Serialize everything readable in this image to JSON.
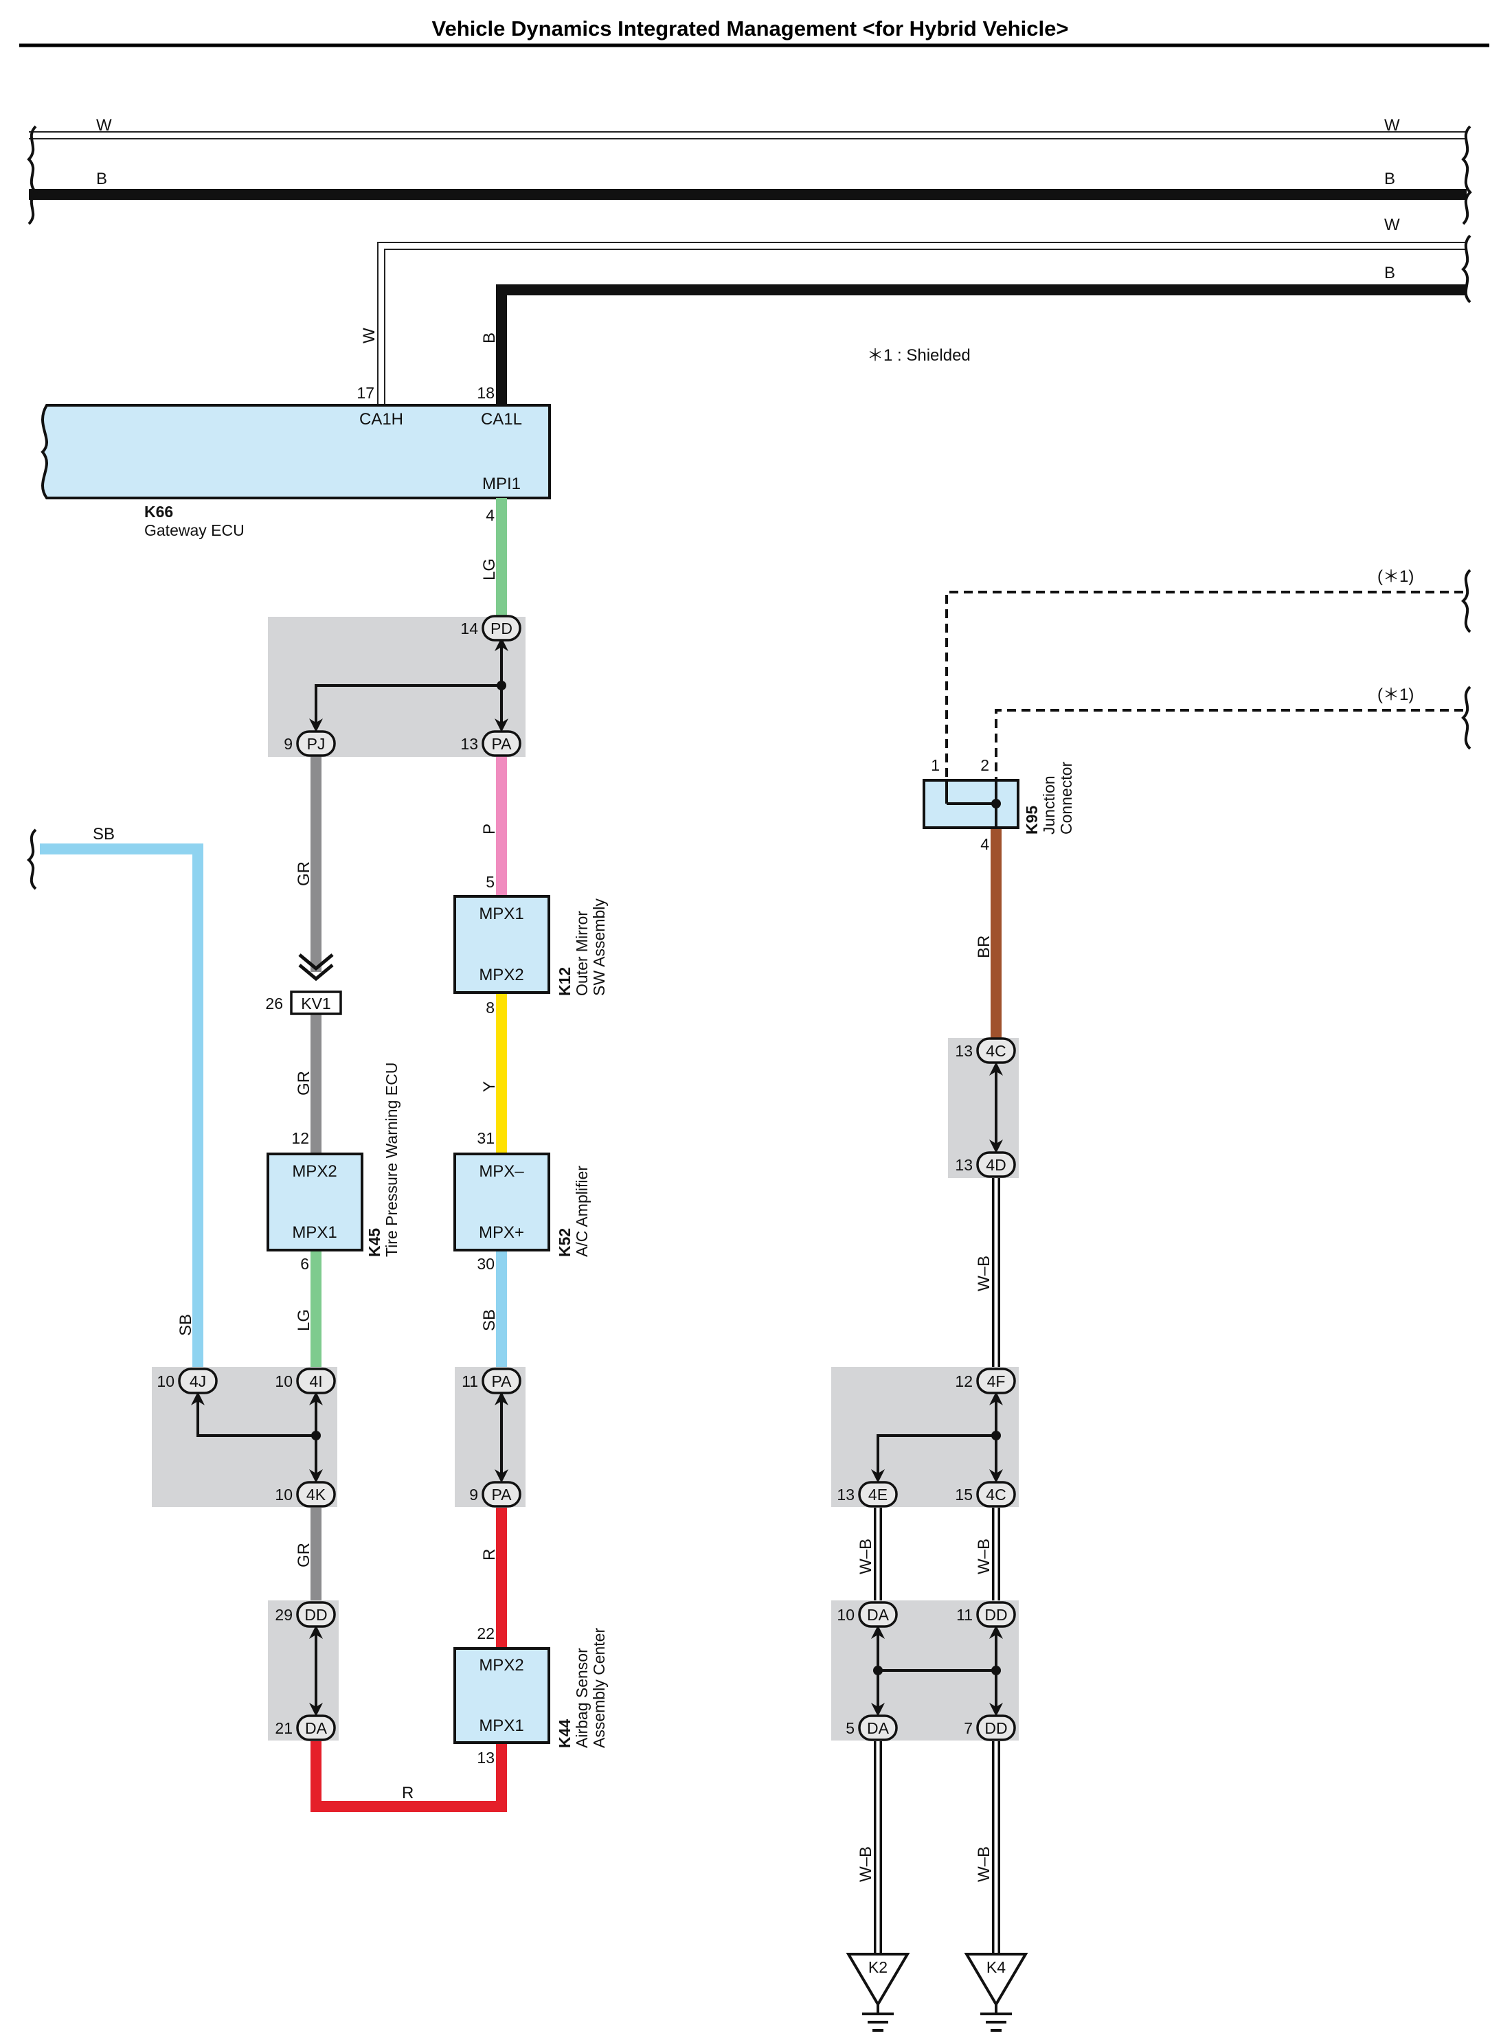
{
  "title": "Vehicle Dynamics Integrated Management <for Hybrid Vehicle>",
  "note": "＊1 : Shielded",
  "shield_label": "(＊1)",
  "colors": {
    "W": "#ffffff",
    "B": "#111111",
    "LG": "#7ecb8e",
    "P": "#f08cbf",
    "GR": "#8c8c8e",
    "Y": "#ffe100",
    "SB": "#8fd3f0",
    "R": "#e51f2a",
    "BR": "#a0522d",
    "component": "#cce9f8",
    "junction_shade": "#d4d5d7"
  },
  "wires": {
    "top_W": "W",
    "top_B": "B",
    "drop_W": "W",
    "drop_B": "B",
    "k66_out": "LG",
    "pj_down": "GR",
    "pa_down": "P",
    "kv1_down": "GR",
    "k12_down": "Y",
    "k45_down": "LG",
    "sb_left": "SB",
    "k52_down": "SB",
    "k4k_down": "GR",
    "pa9_down": "R",
    "bottom_R": "R",
    "k95_down": "BR",
    "wb": "W–B"
  },
  "components": {
    "k66": {
      "code": "K66",
      "name": "Gateway ECU",
      "pin_ca1h": "CA1H",
      "pin_ca1l": "CA1L",
      "pin_mpi1": "MPI1",
      "n17": "17",
      "n18": "18",
      "n4": "4"
    },
    "k12": {
      "code": "K12",
      "name1": "Outer Mirror",
      "name2": "SW Assembly",
      "pin_a": "MPX1",
      "pin_b": "MPX2",
      "n_a": "5",
      "n_b": "8"
    },
    "k45": {
      "code": "K45",
      "name": "Tire Pressure Warning ECU",
      "pin_a": "MPX2",
      "pin_b": "MPX1",
      "n_a": "12",
      "n_b": "6"
    },
    "k52": {
      "code": "K52",
      "name": "A/C Amplifier",
      "pin_a": "MPX–",
      "pin_b": "MPX+",
      "n_a": "31",
      "n_b": "30"
    },
    "k44": {
      "code": "K44",
      "name1": "Airbag Sensor",
      "name2": "Assembly Center",
      "pin_a": "MPX2",
      "pin_b": "MPX1",
      "n_a": "22",
      "n_b": "13"
    },
    "k95": {
      "code": "K95",
      "name1": "Junction",
      "name2": "Connector",
      "n1": "1",
      "n2": "2",
      "n4": "4"
    },
    "kv1": {
      "code": "KV1",
      "n": "26"
    },
    "k2": {
      "code": "K2"
    },
    "k4": {
      "code": "K4"
    }
  },
  "connectors": {
    "pd14": {
      "label": "PD",
      "num": "14"
    },
    "pj9": {
      "label": "PJ",
      "num": "9"
    },
    "pa13": {
      "label": "PA",
      "num": "13"
    },
    "j4j10": {
      "label": "4J",
      "num": "10"
    },
    "j4i10": {
      "label": "4I",
      "num": "10"
    },
    "j4k10": {
      "label": "4K",
      "num": "10"
    },
    "pa11": {
      "label": "PA",
      "num": "11"
    },
    "pa9": {
      "label": "PA",
      "num": "9"
    },
    "dd29": {
      "label": "DD",
      "num": "29"
    },
    "da21": {
      "label": "DA",
      "num": "21"
    },
    "c4c13": {
      "label": "4C",
      "num": "13"
    },
    "c4d13": {
      "label": "4D",
      "num": "13"
    },
    "c4f12": {
      "label": "4F",
      "num": "12"
    },
    "c4e13": {
      "label": "4E",
      "num": "13"
    },
    "c4c15": {
      "label": "4C",
      "num": "15"
    },
    "da10": {
      "label": "DA",
      "num": "10"
    },
    "dd11": {
      "label": "DD",
      "num": "11"
    },
    "da5": {
      "label": "DA",
      "num": "5"
    },
    "dd7": {
      "label": "DD",
      "num": "7"
    }
  }
}
